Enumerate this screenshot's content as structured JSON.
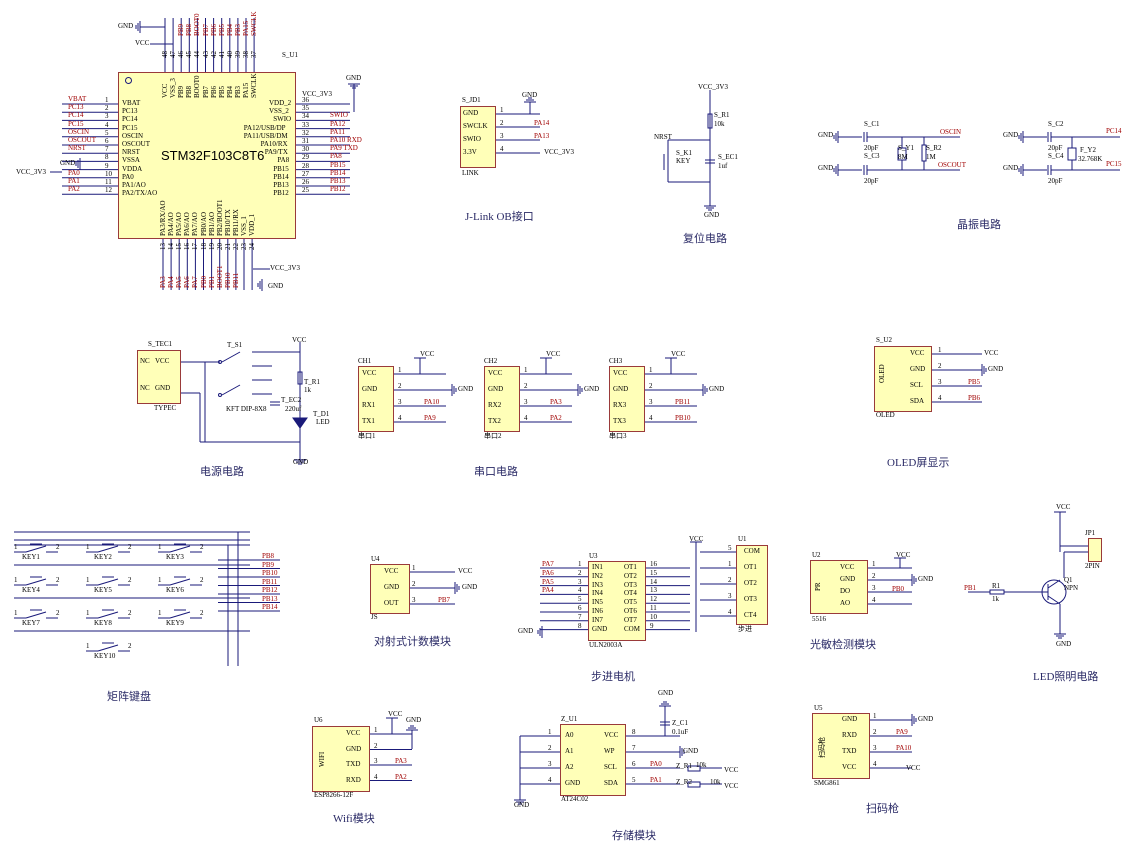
{
  "mcu": {
    "ref": "S_U1",
    "name": "STM32F103C8T6",
    "left_pins": [
      {
        "num": "1",
        "name": "VBAT",
        "net": "VBAT"
      },
      {
        "num": "2",
        "name": "PC13",
        "net": "PC13"
      },
      {
        "num": "3",
        "name": "PC14",
        "net": "PC14"
      },
      {
        "num": "4",
        "name": "PC15",
        "net": "PC15"
      },
      {
        "num": "5",
        "name": "OSCIN",
        "net": "OSCIN"
      },
      {
        "num": "6",
        "name": "OSCOUT",
        "net": "OSCOUT"
      },
      {
        "num": "7",
        "name": "NRST",
        "net": "NRST"
      },
      {
        "num": "8",
        "name": "VSSA",
        "net": "GND"
      },
      {
        "num": "9",
        "name": "VDDA",
        "net": "VCC_3V3"
      },
      {
        "num": "10",
        "name": "PA0",
        "net": "PA0"
      },
      {
        "num": "11",
        "name": "PA1/AO",
        "net": "PA1"
      },
      {
        "num": "12",
        "name": "PA2/TX/AO",
        "net": "PA2"
      }
    ],
    "right_pins": [
      {
        "num": "36",
        "name": "VDD_2",
        "net": "VCC_3V3"
      },
      {
        "num": "35",
        "name": "VSS_2",
        "net": ""
      },
      {
        "num": "34",
        "name": "SWIO",
        "net": "SWIO"
      },
      {
        "num": "33",
        "name": "PA12/USB/DP",
        "net": "PA12"
      },
      {
        "num": "32",
        "name": "PA11/USB/DM",
        "net": "PA11"
      },
      {
        "num": "31",
        "name": "PA10/RX",
        "net": "PA10_RXD"
      },
      {
        "num": "30",
        "name": "PA9/TX",
        "net": "PA9_TXD"
      },
      {
        "num": "29",
        "name": "PA8",
        "net": "PA8"
      },
      {
        "num": "28",
        "name": "PB15",
        "net": "PB15"
      },
      {
        "num": "27",
        "name": "PB14",
        "net": "PB14"
      },
      {
        "num": "26",
        "name": "PB13",
        "net": "PB13"
      },
      {
        "num": "25",
        "name": "PB12",
        "net": "PB12"
      }
    ],
    "top_pins": [
      {
        "num": "48",
        "name": "VCC",
        "net": ""
      },
      {
        "num": "47",
        "name": "VSS_3",
        "net": ""
      },
      {
        "num": "46",
        "name": "PB9",
        "net": "PB9"
      },
      {
        "num": "45",
        "name": "PB8",
        "net": "PB8"
      },
      {
        "num": "44",
        "name": "BOOT0",
        "net": "BOOT0"
      },
      {
        "num": "43",
        "name": "PB7",
        "net": "PB7"
      },
      {
        "num": "42",
        "name": "PB6",
        "net": "PB6"
      },
      {
        "num": "41",
        "name": "PB5",
        "net": "PB5"
      },
      {
        "num": "40",
        "name": "PB4",
        "net": "PB4"
      },
      {
        "num": "39",
        "name": "PB3",
        "net": "PB3"
      },
      {
        "num": "38",
        "name": "PA15",
        "net": "PA15"
      },
      {
        "num": "37",
        "name": "SWCLK",
        "net": "SWCLK"
      }
    ],
    "bottom_pins": [
      {
        "num": "13",
        "name": "PA3/RX/AO",
        "net": "PA3"
      },
      {
        "num": "14",
        "name": "PA4/AO",
        "net": "PA4"
      },
      {
        "num": "15",
        "name": "PA5/AO",
        "net": "PA5"
      },
      {
        "num": "16",
        "name": "PA6/AO",
        "net": "PA6"
      },
      {
        "num": "17",
        "name": "PA7/AO",
        "net": "PA7"
      },
      {
        "num": "18",
        "name": "PB0/AO",
        "net": "PB0"
      },
      {
        "num": "19",
        "name": "PB1/AO",
        "net": "PB1"
      },
      {
        "num": "20",
        "name": "PB2/BOOT1",
        "net": "BOOT1"
      },
      {
        "num": "21",
        "name": "PB10/TX",
        "net": "PB10"
      },
      {
        "num": "22",
        "name": "PB11/RX",
        "net": "PB11"
      },
      {
        "num": "23",
        "name": "VSS_1",
        "net": ""
      },
      {
        "num": "24",
        "name": "VDD_1",
        "net": ""
      }
    ],
    "nets": {
      "gnd_top": "GND",
      "vcc_top": "VCC",
      "vcc_left": "VCC_3V3",
      "gnd_left": "GND",
      "vdd2": "VCC_3V3",
      "vss2": "GND",
      "vcc_bottom": "VCC_3V3",
      "gnd_bottom": "GND"
    }
  },
  "jlink": {
    "title": "J-Link OB接口",
    "ref": "S_JD1",
    "name": "LINK",
    "pins": [
      {
        "num": "1",
        "name": "GND",
        "net": "GND"
      },
      {
        "num": "2",
        "name": "SWCLK",
        "net": "PA14"
      },
      {
        "num": "3",
        "name": "SWIO",
        "net": "PA13"
      },
      {
        "num": "4",
        "name": "3.3V",
        "net": "VCC_3V3"
      }
    ]
  },
  "reset": {
    "title": "复位电路",
    "vcc": "VCC_3V3",
    "r_ref": "S_R1",
    "r_val": "10k",
    "nrst": "NRST",
    "key_ref": "S_K1",
    "key_name": "KEY",
    "c_ref": "S_EC1",
    "c_val": "1uf",
    "gnd": "GND"
  },
  "crystal": {
    "title": "晶振电路",
    "c1": {
      "ref": "S_C1",
      "val": "20pF"
    },
    "c3": {
      "ref": "S_C3",
      "val": "20pF"
    },
    "y1": {
      "ref": "S_Y1",
      "val": "8M"
    },
    "r2": {
      "ref": "S_R2",
      "val": "1M"
    },
    "c2": {
      "ref": "S_C2",
      "val": "20pF"
    },
    "c4": {
      "ref": "S_C4",
      "val": "20pF"
    },
    "y2": {
      "ref": "F_Y2",
      "val": "32.768K"
    },
    "nets": {
      "gnd": "GND",
      "oscin": "OSCIN",
      "oscout": "OSCOUT",
      "pc14": "PC14",
      "pc15": "PC15"
    }
  },
  "power": {
    "title": "电源电路",
    "usb_ref": "S_TEC1",
    "usb_name": "TYPEC",
    "usb_vcc": "VCC",
    "usb_gnd": "GND",
    "nc": "NC",
    "sw_ref": "T_S1",
    "sw_name": "KFT DIP-8X8",
    "vcc": "VCC",
    "r_ref": "T_R1",
    "r_val": "1k",
    "c_ref": "T_EC2",
    "c_val": "220uf",
    "led_ref": "T_D1",
    "led_name": "LED",
    "gnd": "GND"
  },
  "serial": {
    "title": "串口电路",
    "modules": [
      {
        "ref": "CH1",
        "name": "串口1",
        "pins": [
          "VCC",
          "GND",
          "RX1",
          "TX1"
        ],
        "nets": [
          "VCC",
          "GND",
          "PA10",
          "PA9"
        ]
      },
      {
        "ref": "CH2",
        "name": "串口2",
        "pins": [
          "VCC",
          "GND",
          "RX2",
          "TX2"
        ],
        "nets": [
          "VCC",
          "GND",
          "PA3",
          "PA2"
        ]
      },
      {
        "ref": "CH3",
        "name": "串口3",
        "pins": [
          "VCC",
          "GND",
          "RX3",
          "TX3"
        ],
        "nets": [
          "VCC",
          "GND",
          "PB11",
          "PB10"
        ]
      }
    ]
  },
  "oled": {
    "title": "OLED屏显示",
    "ref": "S_U2",
    "name": "OLED",
    "body": "OLED",
    "pins": [
      {
        "num": "1",
        "name": "VCC",
        "net": "VCC"
      },
      {
        "num": "2",
        "name": "GND",
        "net": "GND"
      },
      {
        "num": "3",
        "name": "SCL",
        "net": "PB5"
      },
      {
        "num": "4",
        "name": "SDA",
        "net": "PB6"
      }
    ]
  },
  "keypad": {
    "title": "矩阵键盘",
    "keys": [
      "KEY1",
      "KEY2",
      "KEY3",
      "KEY4",
      "KEY5",
      "KEY6",
      "KEY7",
      "KEY8",
      "KEY9",
      "KEY10"
    ],
    "nets": [
      "PB8",
      "PB9",
      "PB10",
      "PB11",
      "PB12",
      "PB13",
      "PB14"
    ]
  },
  "counter": {
    "title": "对射式计数模块",
    "ref": "U4",
    "name": "JS",
    "pins": [
      {
        "num": "1",
        "name": "VCC",
        "net": "VCC"
      },
      {
        "num": "2",
        "name": "GND",
        "net": "GND"
      },
      {
        "num": "3",
        "name": "OUT",
        "net": "PB7"
      }
    ]
  },
  "stepper": {
    "title": "步进电机",
    "driver_ref": "U3",
    "driver_name": "ULN2003A",
    "motor_ref": "U1",
    "motor_name": "步进",
    "vcc": "VCC",
    "gnd": "GND",
    "in_pins": [
      {
        "num": "1",
        "name": "IN1",
        "net": "PA7"
      },
      {
        "num": "2",
        "name": "IN2",
        "net": "PA6"
      },
      {
        "num": "3",
        "name": "IN3",
        "net": "PA5"
      },
      {
        "num": "4",
        "name": "IN4",
        "net": "PA4"
      },
      {
        "num": "5",
        "name": "IN5",
        "net": ""
      },
      {
        "num": "6",
        "name": "IN6",
        "net": ""
      },
      {
        "num": "7",
        "name": "IN7",
        "net": ""
      },
      {
        "num": "8",
        "name": "GND",
        "net": "GND"
      }
    ],
    "out_pins": [
      {
        "num": "16",
        "name": "OT1"
      },
      {
        "num": "15",
        "name": "OT2"
      },
      {
        "num": "14",
        "name": "OT3"
      },
      {
        "num": "13",
        "name": "OT4"
      },
      {
        "num": "12",
        "name": "OT5"
      },
      {
        "num": "11",
        "name": "OT6"
      },
      {
        "num": "10",
        "name": "OT7"
      },
      {
        "num": "9",
        "name": "COM"
      }
    ],
    "motor_pins": [
      {
        "num": "5",
        "name": "COM"
      },
      {
        "num": "1",
        "name": "OT1"
      },
      {
        "num": "2",
        "name": "OT2"
      },
      {
        "num": "3",
        "name": "OT3"
      },
      {
        "num": "4",
        "name": "CT4"
      }
    ]
  },
  "light": {
    "title": "光敏检测模块",
    "ref": "U2",
    "name": "5516",
    "body": "PR",
    "pins": [
      {
        "num": "1",
        "name": "VCC",
        "net": "VCC"
      },
      {
        "num": "2",
        "name": "GND",
        "net": "GND"
      },
      {
        "num": "3",
        "name": "DO",
        "net": "PB0"
      },
      {
        "num": "4",
        "name": "AO",
        "net": ""
      }
    ]
  },
  "led": {
    "title": "LED照明电路",
    "vcc": "VCC",
    "jp_ref": "JP1",
    "jp_name": "2PIN",
    "r_ref": "R1",
    "r_val": "1k",
    "net": "PB1",
    "q_ref": "Q1",
    "q_type": "NPN",
    "gnd": "GND"
  },
  "wifi": {
    "title": "Wifi模块",
    "ref": "U6",
    "name": "ESP8266-12F",
    "body": "WIFI",
    "pins": [
      {
        "num": "1",
        "name": "VCC",
        "net": "VCC"
      },
      {
        "num": "2",
        "name": "GND",
        "net": "GND"
      },
      {
        "num": "3",
        "name": "TXD",
        "net": "PA3"
      },
      {
        "num": "4",
        "name": "RXD",
        "net": "PA2"
      }
    ]
  },
  "storage": {
    "title": "存储模块",
    "ref": "Z_U1",
    "name": "AT24C02",
    "left_pins": [
      {
        "num": "1",
        "name": "A0"
      },
      {
        "num": "2",
        "name": "A1"
      },
      {
        "num": "3",
        "name": "A2"
      },
      {
        "num": "4",
        "name": "GND"
      }
    ],
    "right_pins": [
      {
        "num": "8",
        "name": "VCC",
        "net": ""
      },
      {
        "num": "7",
        "name": "WP",
        "net": "GND"
      },
      {
        "num": "6",
        "name": "SCL",
        "net": "PA0"
      },
      {
        "num": "5",
        "name": "SDA",
        "net": "PA1"
      }
    ],
    "c_ref": "Z_C1",
    "c_val": "0.1uF",
    "r1_ref": "Z_R1",
    "r1_val": "10k",
    "r2_ref": "Z_R2",
    "r2_val": "10k",
    "gnd": "GND",
    "vcc": "VCC"
  },
  "scanner": {
    "title": "扫码枪",
    "ref": "U5",
    "name": "SMG861",
    "body": "扫码枪",
    "pins": [
      {
        "num": "1",
        "name": "GND",
        "net": "GND"
      },
      {
        "num": "2",
        "name": "RXD",
        "net": "PA9"
      },
      {
        "num": "3",
        "name": "TXD",
        "net": "PA10"
      },
      {
        "num": "4",
        "name": "VCC",
        "net": "VCC"
      }
    ]
  }
}
